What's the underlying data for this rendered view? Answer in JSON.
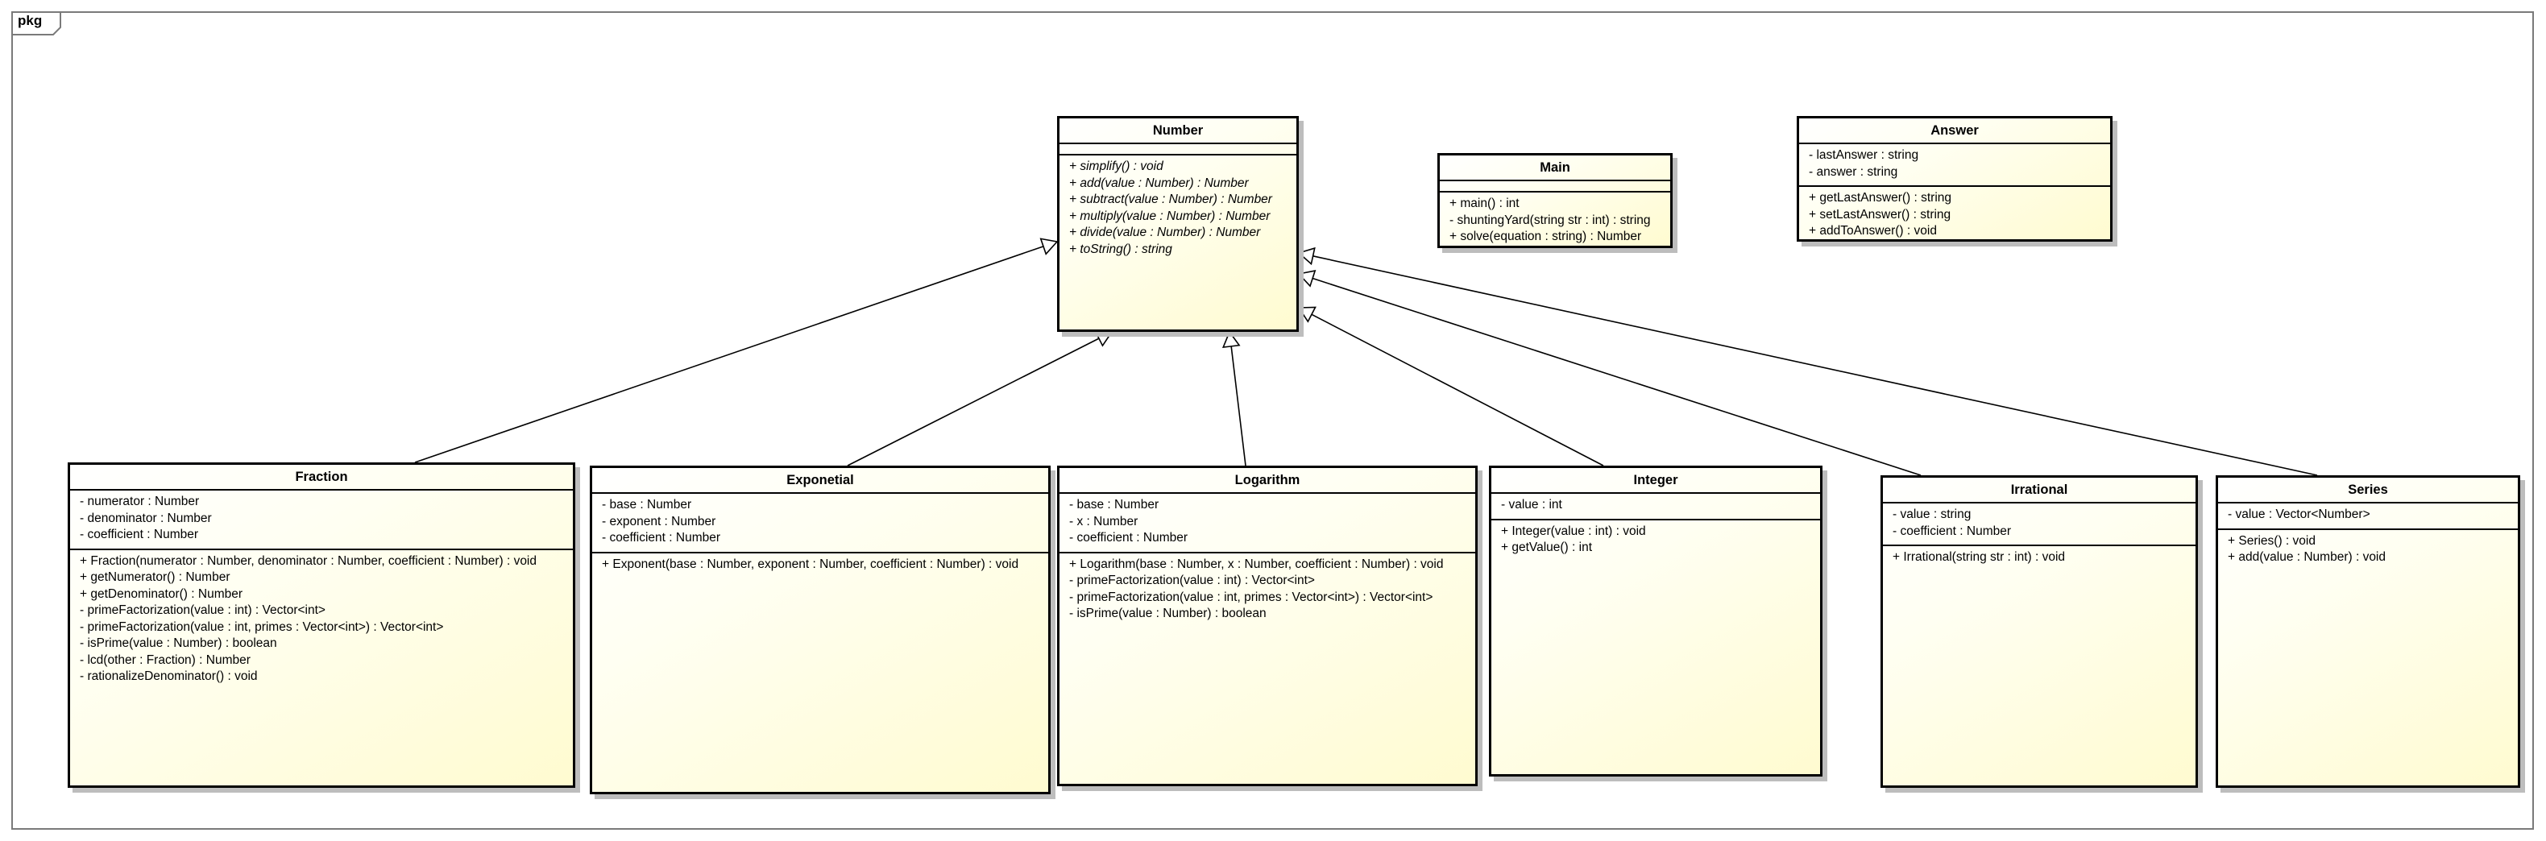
{
  "package": {
    "label": "pkg"
  },
  "classes": {
    "number": {
      "name": "Number",
      "attributes": [],
      "operations": [
        "+ simplify() : void",
        "+ add(value : Number) : Number",
        "+ subtract(value : Number) : Number",
        "+ multiply(value : Number) : Number",
        "+ divide(value : Number) : Number",
        "+ toString() : string"
      ]
    },
    "main": {
      "name": "Main",
      "attributes": [],
      "operations": [
        "+ main() : int",
        "- shuntingYard(string str : int) : string",
        "+ solve(equation : string) : Number"
      ]
    },
    "answer": {
      "name": "Answer",
      "attributes": [
        "- lastAnswer : string",
        "- answer : string"
      ],
      "operations": [
        "+ getLastAnswer() : string",
        "+ setLastAnswer() : string",
        "+ addToAnswer() : void"
      ]
    },
    "fraction": {
      "name": "Fraction",
      "attributes": [
        "- numerator : Number",
        "- denominator : Number",
        "- coefficient : Number"
      ],
      "operations": [
        "+ Fraction(numerator : Number, denominator : Number, coefficient : Number) : void",
        "+ getNumerator() : Number",
        "+ getDenominator() : Number",
        "- primeFactorization(value : int) : Vector<int>",
        "- primeFactorization(value : int, primes : Vector<int>) : Vector<int>",
        "- isPrime(value : Number) : boolean",
        "- lcd(other : Fraction) : Number",
        "- rationalizeDenominator() : void"
      ]
    },
    "exponential": {
      "name": "Exponetial",
      "attributes": [
        "- base : Number",
        "- exponent : Number",
        "- coefficient : Number"
      ],
      "operations": [
        "+ Exponent(base : Number, exponent : Number, coefficient : Number) : void"
      ]
    },
    "logarithm": {
      "name": "Logarithm",
      "attributes": [
        "- base : Number",
        "- x : Number",
        "- coefficient : Number"
      ],
      "operations": [
        "+ Logarithm(base : Number, x : Number, coefficient : Number) : void",
        "- primeFactorization(value : int) : Vector<int>",
        "- primeFactorization(value : int, primes : Vector<int>) : Vector<int>",
        "- isPrime(value : Number) : boolean"
      ]
    },
    "integer": {
      "name": "Integer",
      "attributes": [
        "- value : int"
      ],
      "operations": [
        "+ Integer(value : int) : void",
        "+ getValue() : int"
      ]
    },
    "irrational": {
      "name": "Irrational",
      "attributes": [
        "- value : string",
        "- coefficient : Number"
      ],
      "operations": [
        "+ Irrational(string str : int) : void"
      ]
    },
    "series": {
      "name": "Series",
      "attributes": [
        "- value : Vector<Number>"
      ],
      "operations": [
        "+ Series() : void",
        "+ add(value : Number) : void"
      ]
    }
  },
  "generalizations": [
    {
      "from": "fraction",
      "to": "number"
    },
    {
      "from": "exponential",
      "to": "number"
    },
    {
      "from": "logarithm",
      "to": "number"
    },
    {
      "from": "integer",
      "to": "number"
    },
    {
      "from": "irrational",
      "to": "number"
    },
    {
      "from": "series",
      "to": "number"
    }
  ]
}
